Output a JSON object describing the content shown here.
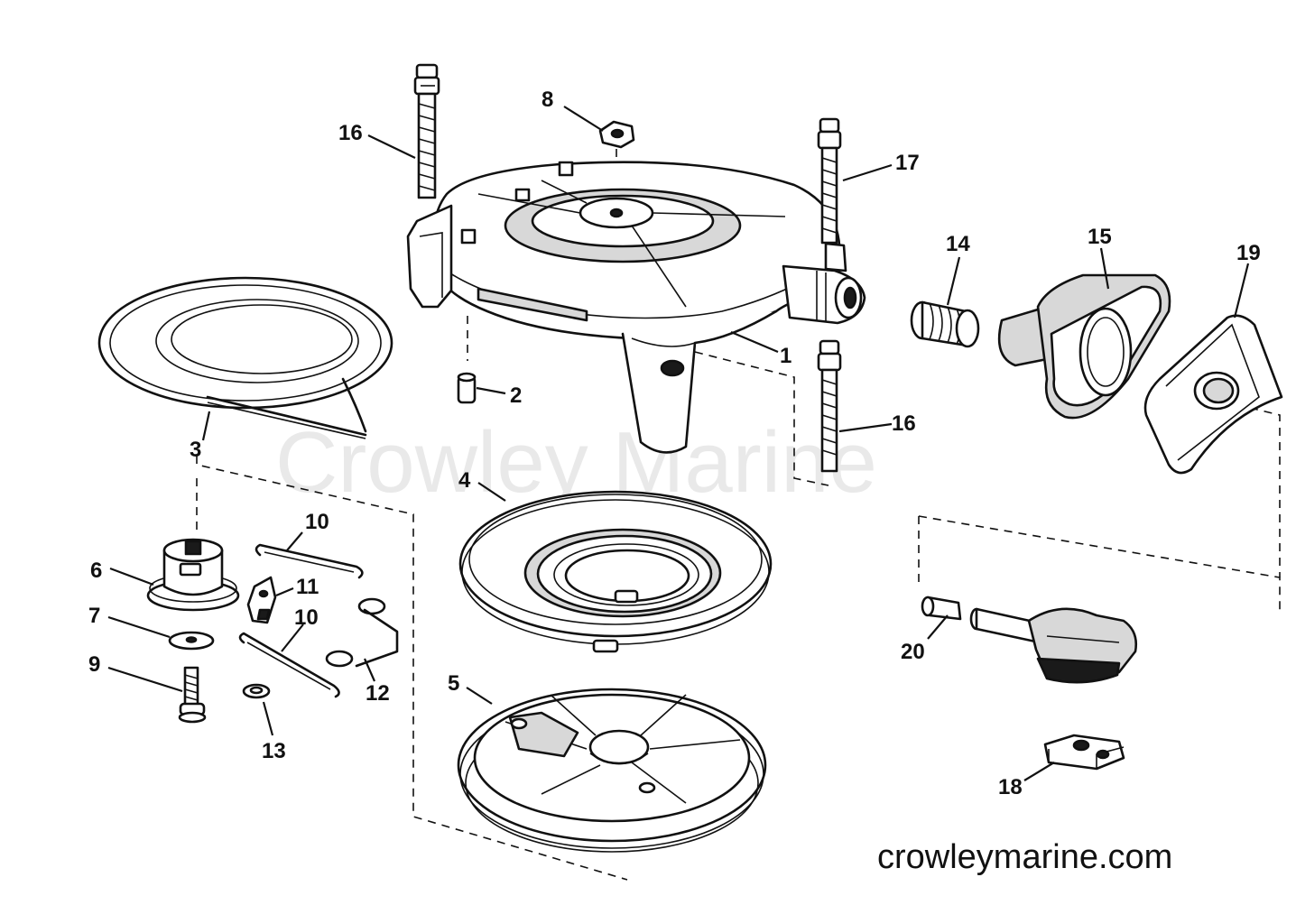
{
  "watermark": "Crowley Marine",
  "site_url": "crowleymarine.com",
  "labels": {
    "p1": "1",
    "p2": "2",
    "p3": "3",
    "p4": "4",
    "p5": "5",
    "p6": "6",
    "p7": "7",
    "p8": "8",
    "p9": "9",
    "p10a": "10",
    "p10b": "10",
    "p11": "11",
    "p12": "12",
    "p13": "13",
    "p14": "14",
    "p15": "15",
    "p16a": "16",
    "p16b": "16",
    "p17": "17",
    "p18": "18",
    "p19": "19",
    "p20": "20"
  }
}
